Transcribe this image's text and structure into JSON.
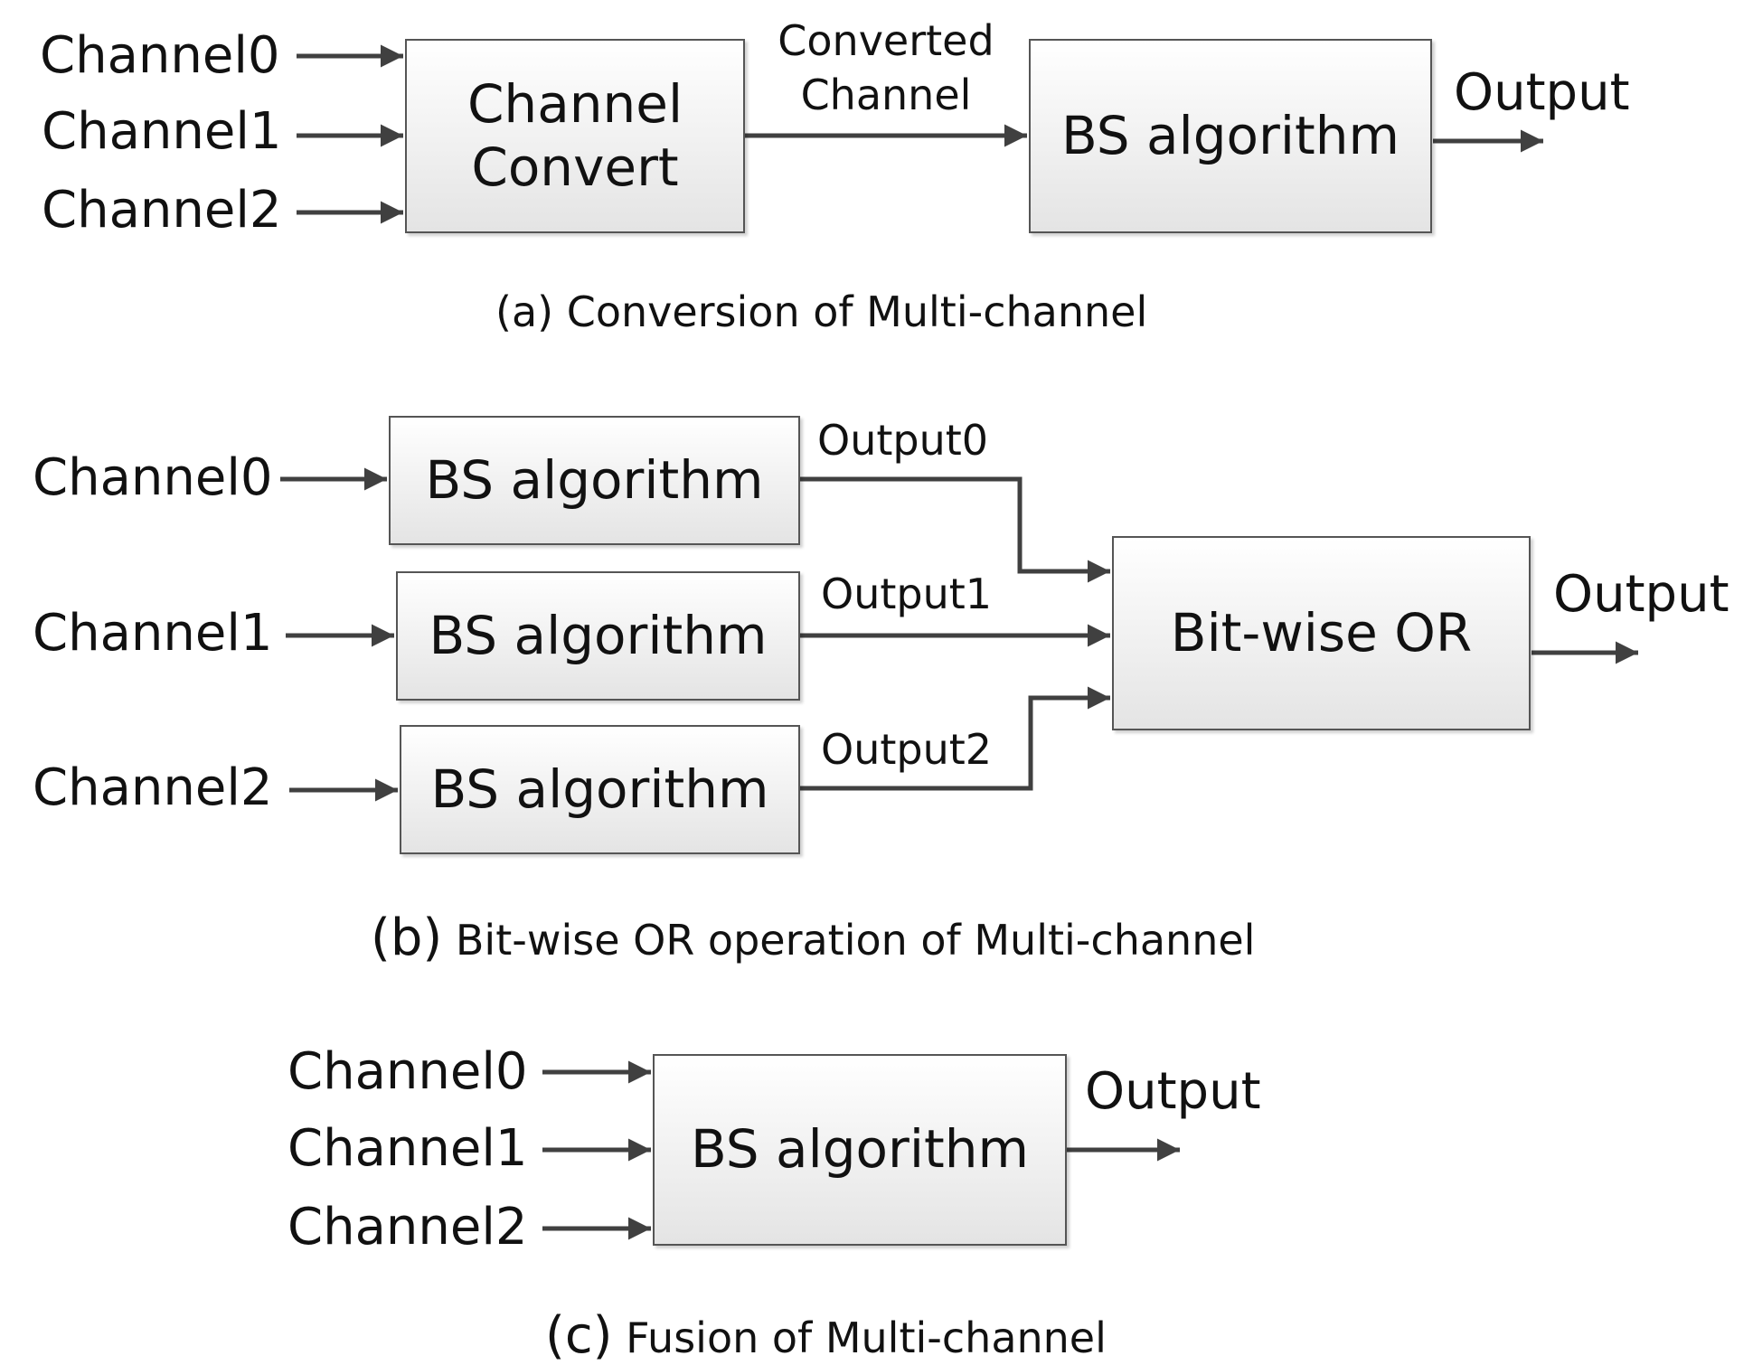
{
  "colors": {
    "stroke": "#404040",
    "box_border": "#555555",
    "text": "#111111"
  },
  "panel_a": {
    "inputs": [
      "Channel0",
      "Channel1",
      "Channel2"
    ],
    "convert_box": [
      "Channel",
      "Convert"
    ],
    "converted_label": [
      "Converted",
      "Channel"
    ],
    "bs_box": "BS algorithm",
    "output": "Output",
    "caption": "(a) Conversion of Multi-channel"
  },
  "panel_b": {
    "inputs": [
      "Channel0",
      "Channel1",
      "Channel2"
    ],
    "bs_boxes": [
      "BS algorithm",
      "BS algorithm",
      "BS algorithm"
    ],
    "outputs": [
      "Output0",
      "Output1",
      "Output2"
    ],
    "or_box": "Bit-wise OR",
    "output": "Output",
    "caption_tag": "(b)",
    "caption_text": " Bit-wise OR operation of Multi-channel"
  },
  "panel_c": {
    "inputs": [
      "Channel0",
      "Channel1",
      "Channel2"
    ],
    "bs_box": "BS algorithm",
    "output": "Output",
    "caption_tag": "(c)",
    "caption_text": " Fusion of Multi-channel"
  }
}
